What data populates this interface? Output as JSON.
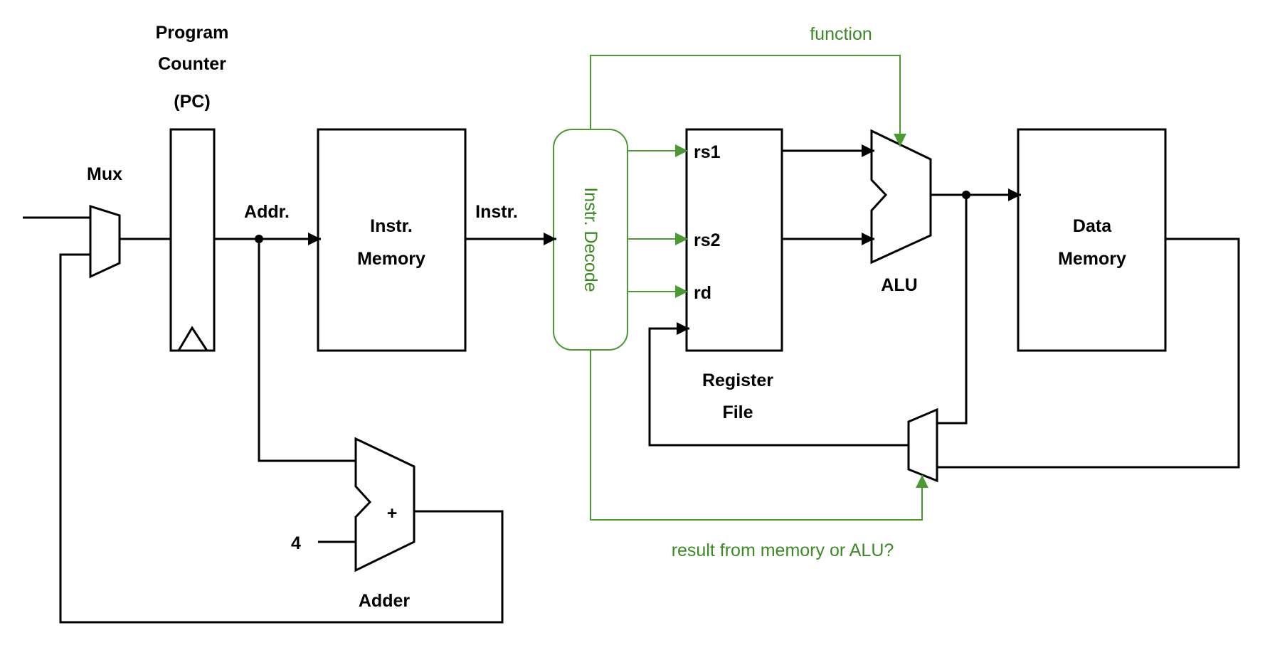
{
  "colors": {
    "control": "#4a9a32",
    "datapath": "#000000",
    "background": "#ffffff"
  },
  "labels": {
    "pc_line1": "Program",
    "pc_line2": "Counter",
    "pc_line3": "(PC)",
    "mux": "Mux",
    "addr": "Addr.",
    "instr_mem_line1": "Instr.",
    "instr_mem_line2": "Memory",
    "instr": "Instr.",
    "decode": "Instr. Decode",
    "function": "function",
    "rs1": "rs1",
    "rs2": "rs2",
    "rd": "rd",
    "regfile_line1": "Register",
    "regfile_line2": "File",
    "alu": "ALU",
    "plus": "+",
    "four": "4",
    "adder": "Adder",
    "data_mem_line1": "Data",
    "data_mem_line2": "Memory",
    "result_select": "result from memory or ALU?"
  }
}
